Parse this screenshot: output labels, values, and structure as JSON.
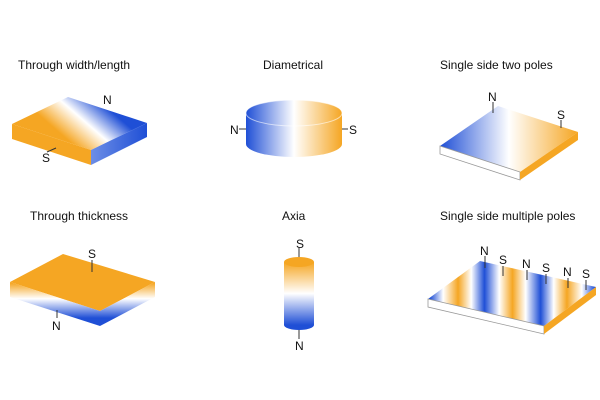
{
  "titles": {
    "through_width_length": "Through width/length",
    "diametrical": "Diametrical",
    "single_side_two_poles": "Single side two poles",
    "through_thickness": "Through thickness",
    "axial": "Axia",
    "single_side_multiple_poles": "Single side multiple poles"
  },
  "poles": {
    "north": "N",
    "south": "S"
  },
  "colors": {
    "north_blue": "#1f4fd6",
    "south_orange": "#f5a623",
    "edge_white": "#ffffff",
    "outline": "#999999"
  }
}
